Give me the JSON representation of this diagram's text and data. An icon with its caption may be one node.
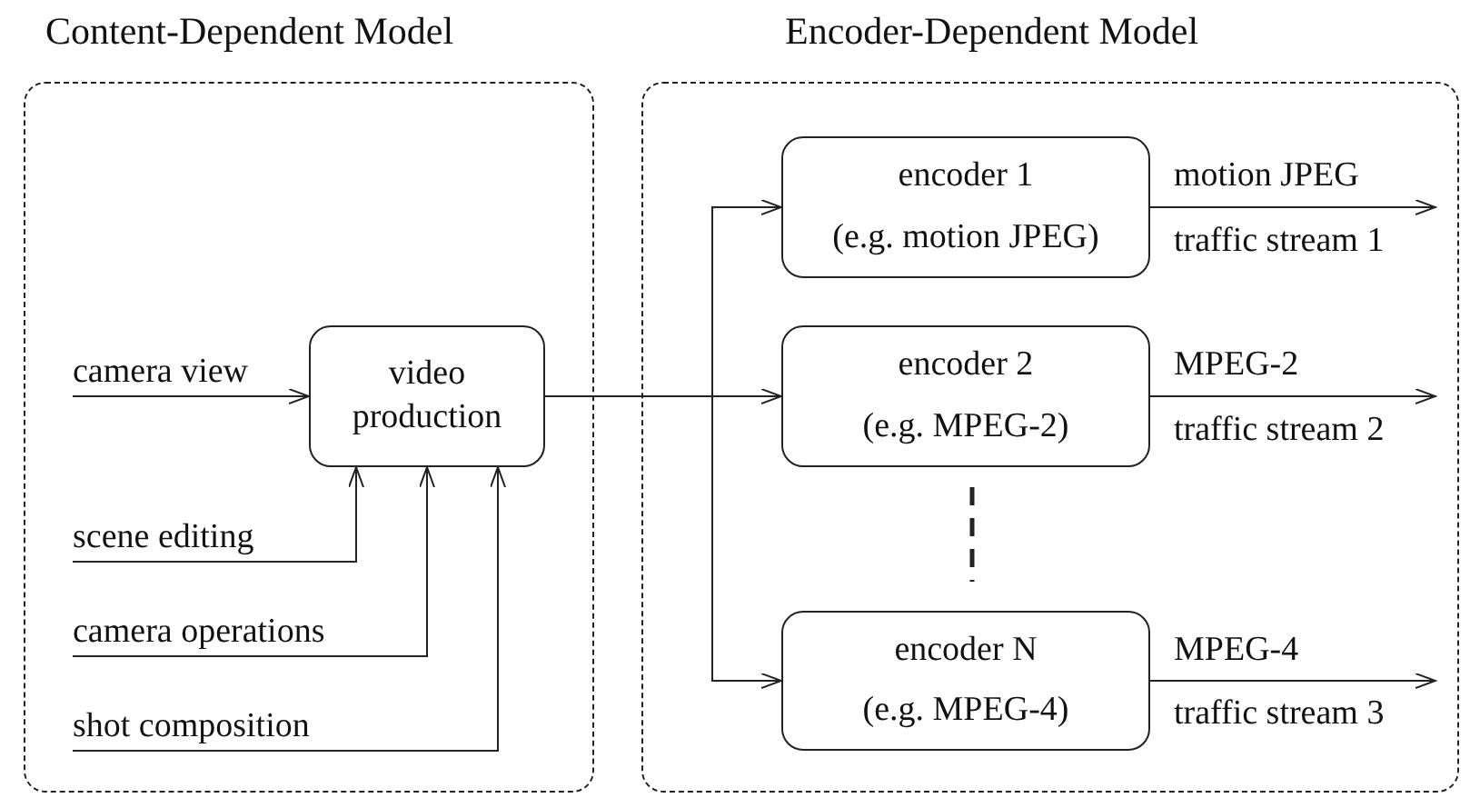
{
  "diagram": {
    "nodes": [
      {
        "text": [
          "Content-Dependent Model"
        ]
      },
      {
        "text": [
          "camera view"
        ],
        "in": 0
      },
      {
        "text": [
          "video production"
        ],
        "in": 0
      },
      {
        "text": [
          "scene editing"
        ],
        "in": 0
      },
      {
        "text": [
          "camera operations"
        ],
        "in": 0
      },
      {
        "text": [
          "shot composition"
        ],
        "in": 0
      },
      {
        "text": [
          "Encoder-Dependent Model"
        ]
      },
      {
        "text": [
          "encoder 1",
          "(e.g. motion JPEG)"
        ],
        "in": 6
      },
      {
        "text": [
          "encoder 2",
          "(e.g. MPEG-2)"
        ],
        "in": 6
      },
      {
        "text": [
          "encoder N",
          "(e.g. MPEG-4)"
        ],
        "in": 6
      }
    ],
    "edges": [
      {
        "from": 1,
        "to": 2,
        "arrow": "to"
      },
      {
        "from": 3,
        "to": 2,
        "arrow": "to"
      },
      {
        "from": 4,
        "to": 2,
        "arrow": "to"
      },
      {
        "from": 5,
        "to": 2,
        "arrow": "to"
      },
      {
        "from": 2,
        "to": 7,
        "arrow": "to"
      },
      {
        "from": 2,
        "to": 8,
        "arrow": "to"
      },
      {
        "from": 2,
        "to": 9,
        "arrow": "to"
      },
      {
        "from": 7,
        "to": null,
        "arrow": "to",
        "label": "motion JPEG"
      },
      {
        "from": 8,
        "to": null,
        "arrow": "to",
        "label": "MPEG-2"
      },
      {
        "from": 9,
        "to": null,
        "arrow": "to",
        "label": "MPEG-4"
      }
    ],
    "labels": [
      "traffic stream 1",
      "traffic stream 2",
      "traffic stream 3"
    ]
  }
}
